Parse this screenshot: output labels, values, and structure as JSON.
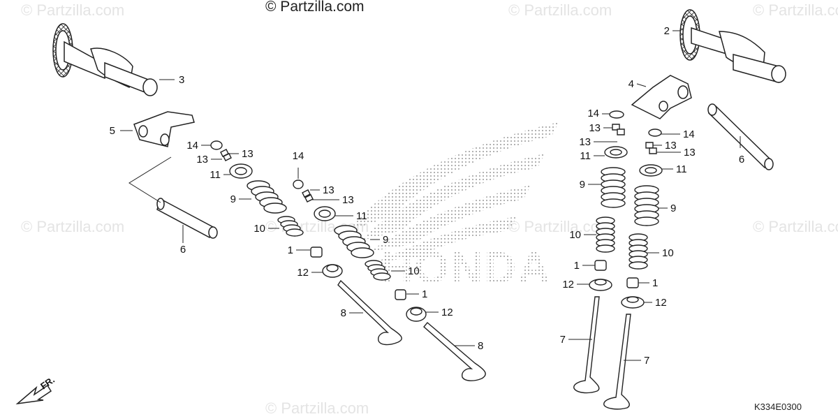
{
  "credit": "© Partzilla.com",
  "watermarks": [
    "© Partzilla.com",
    "© Partzilla.com",
    "© Partzilla.com",
    "© Partzilla.com",
    "© Partzilla.com",
    "© Partzilla.com",
    "© Partzilla.com",
    "© Partzilla.com"
  ],
  "diagram_code": "K334E0300",
  "direction_label": "FR.",
  "logo_text": "HONDA",
  "callouts": {
    "left_camshaft": "3",
    "left_rocker_arm": "5",
    "left_shaft": "6",
    "left_cap_1": "14",
    "left_cotter_1a": "13",
    "left_cotter_1b": "13",
    "left_retainer_1": "11",
    "left_outer_spring_1": "9",
    "left_inner_spring_1": "10",
    "left_seal_1": "1",
    "left_spring_seat_1": "12",
    "left_valve_1": "8",
    "left_cap_2": "14",
    "left_cotter_2a": "13",
    "left_cotter_2b": "13",
    "left_retainer_2": "11",
    "left_outer_spring_2": "9",
    "left_inner_spring_2": "10",
    "left_seal_2": "1",
    "left_spring_seat_2": "12",
    "left_valve_2": "8",
    "right_camshaft": "2",
    "right_rocker_arm": "4",
    "right_shaft": "6",
    "right_cap_1": "14",
    "right_cotter_1a": "13",
    "right_cotter_1b": "13",
    "right_retainer_1": "11",
    "right_outer_spring_1": "9",
    "right_inner_spring_1": "10",
    "right_seal_1": "1",
    "right_spring_seat_1": "12",
    "right_valve_1": "7",
    "right_cap_2": "14",
    "right_cotter_2a": "13",
    "right_cotter_2b": "13",
    "right_retainer_2": "11",
    "right_outer_spring_2": "9",
    "right_inner_spring_2": "10",
    "right_seal_2": "1",
    "right_spring_seat_2": "12",
    "right_valve_2": "7"
  }
}
